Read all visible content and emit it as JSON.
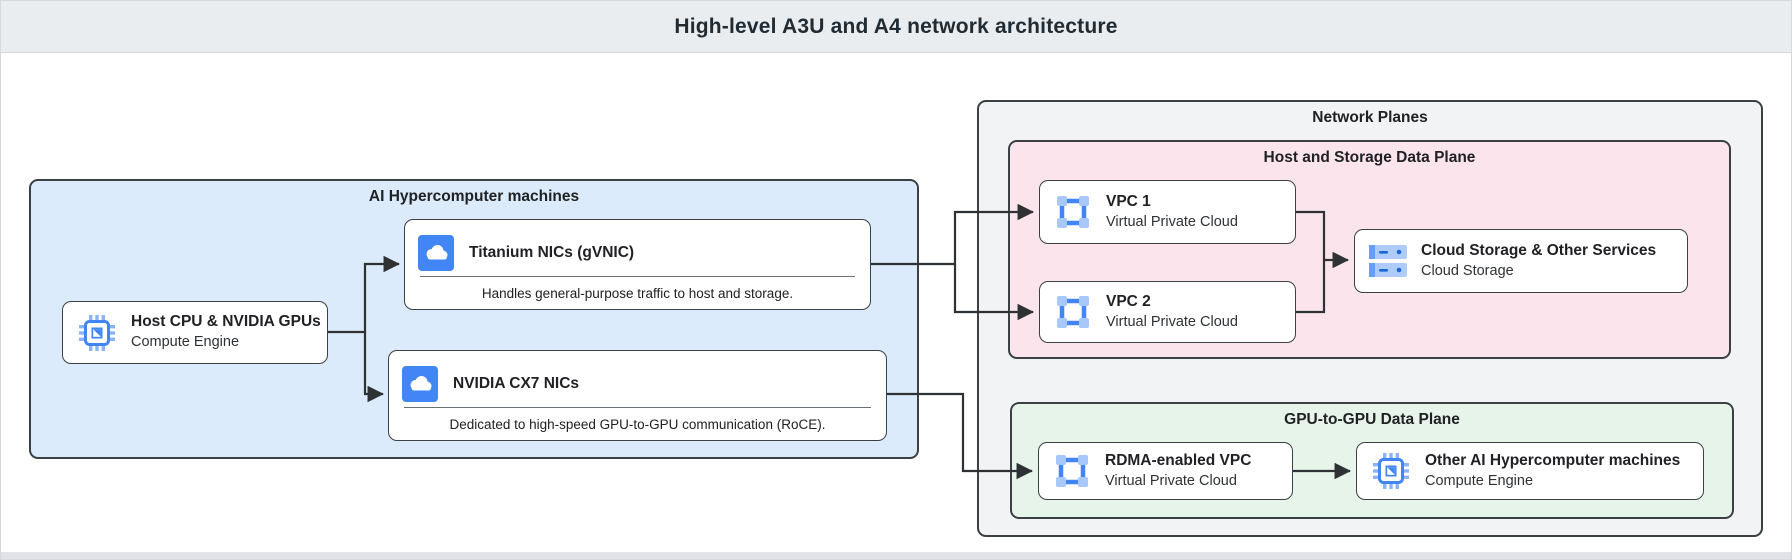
{
  "header": {
    "title": "High-level A3U and A4 network architecture"
  },
  "groups": {
    "ai": {
      "label": "AI Hypercomputer machines"
    },
    "planes": {
      "label": "Network Planes"
    },
    "host_storage": {
      "label": "Host and Storage Data Plane"
    },
    "gpu": {
      "label": "GPU-to-GPU Data Plane"
    }
  },
  "nodes": {
    "host": {
      "title": "Host CPU & NVIDIA GPUs",
      "subtitle": "Compute Engine",
      "icon": "compute-engine-chip-icon"
    },
    "titanium_nic": {
      "title": "Titanium NICs (gVNIC)",
      "description": "Handles general-purpose traffic to host and storage.",
      "icon": "cloud-icon"
    },
    "cx7_nic": {
      "title": "NVIDIA CX7 NICs",
      "description": "Dedicated to high-speed GPU-to-GPU communication (RoCE).",
      "icon": "cloud-icon"
    },
    "vpc1": {
      "title": "VPC 1",
      "subtitle": "Virtual Private Cloud",
      "icon": "vpc-icon"
    },
    "vpc2": {
      "title": "VPC 2",
      "subtitle": "Virtual Private Cloud",
      "icon": "vpc-icon"
    },
    "cloud_storage": {
      "title": "Cloud Storage & Other Services",
      "subtitle": "Cloud Storage",
      "icon": "cloud-storage-icon"
    },
    "rdma_vpc": {
      "title": "RDMA-enabled VPC",
      "subtitle": "Virtual Private Cloud",
      "icon": "vpc-icon"
    },
    "other_machines": {
      "title": "Other AI Hypercomputer machines",
      "subtitle": "Compute Engine",
      "icon": "compute-engine-chip-icon"
    }
  },
  "colors": {
    "accent_blue": "#4285f4",
    "icon_light_blue": "#a8c7fa",
    "group_blue_bg": "#dcebfb",
    "group_gray_bg": "#f2f3f4",
    "group_pink_bg": "#fce4ec",
    "group_green_bg": "#e6f4ea",
    "connector": "#2f3235",
    "header_bg": "#e9edf0"
  }
}
